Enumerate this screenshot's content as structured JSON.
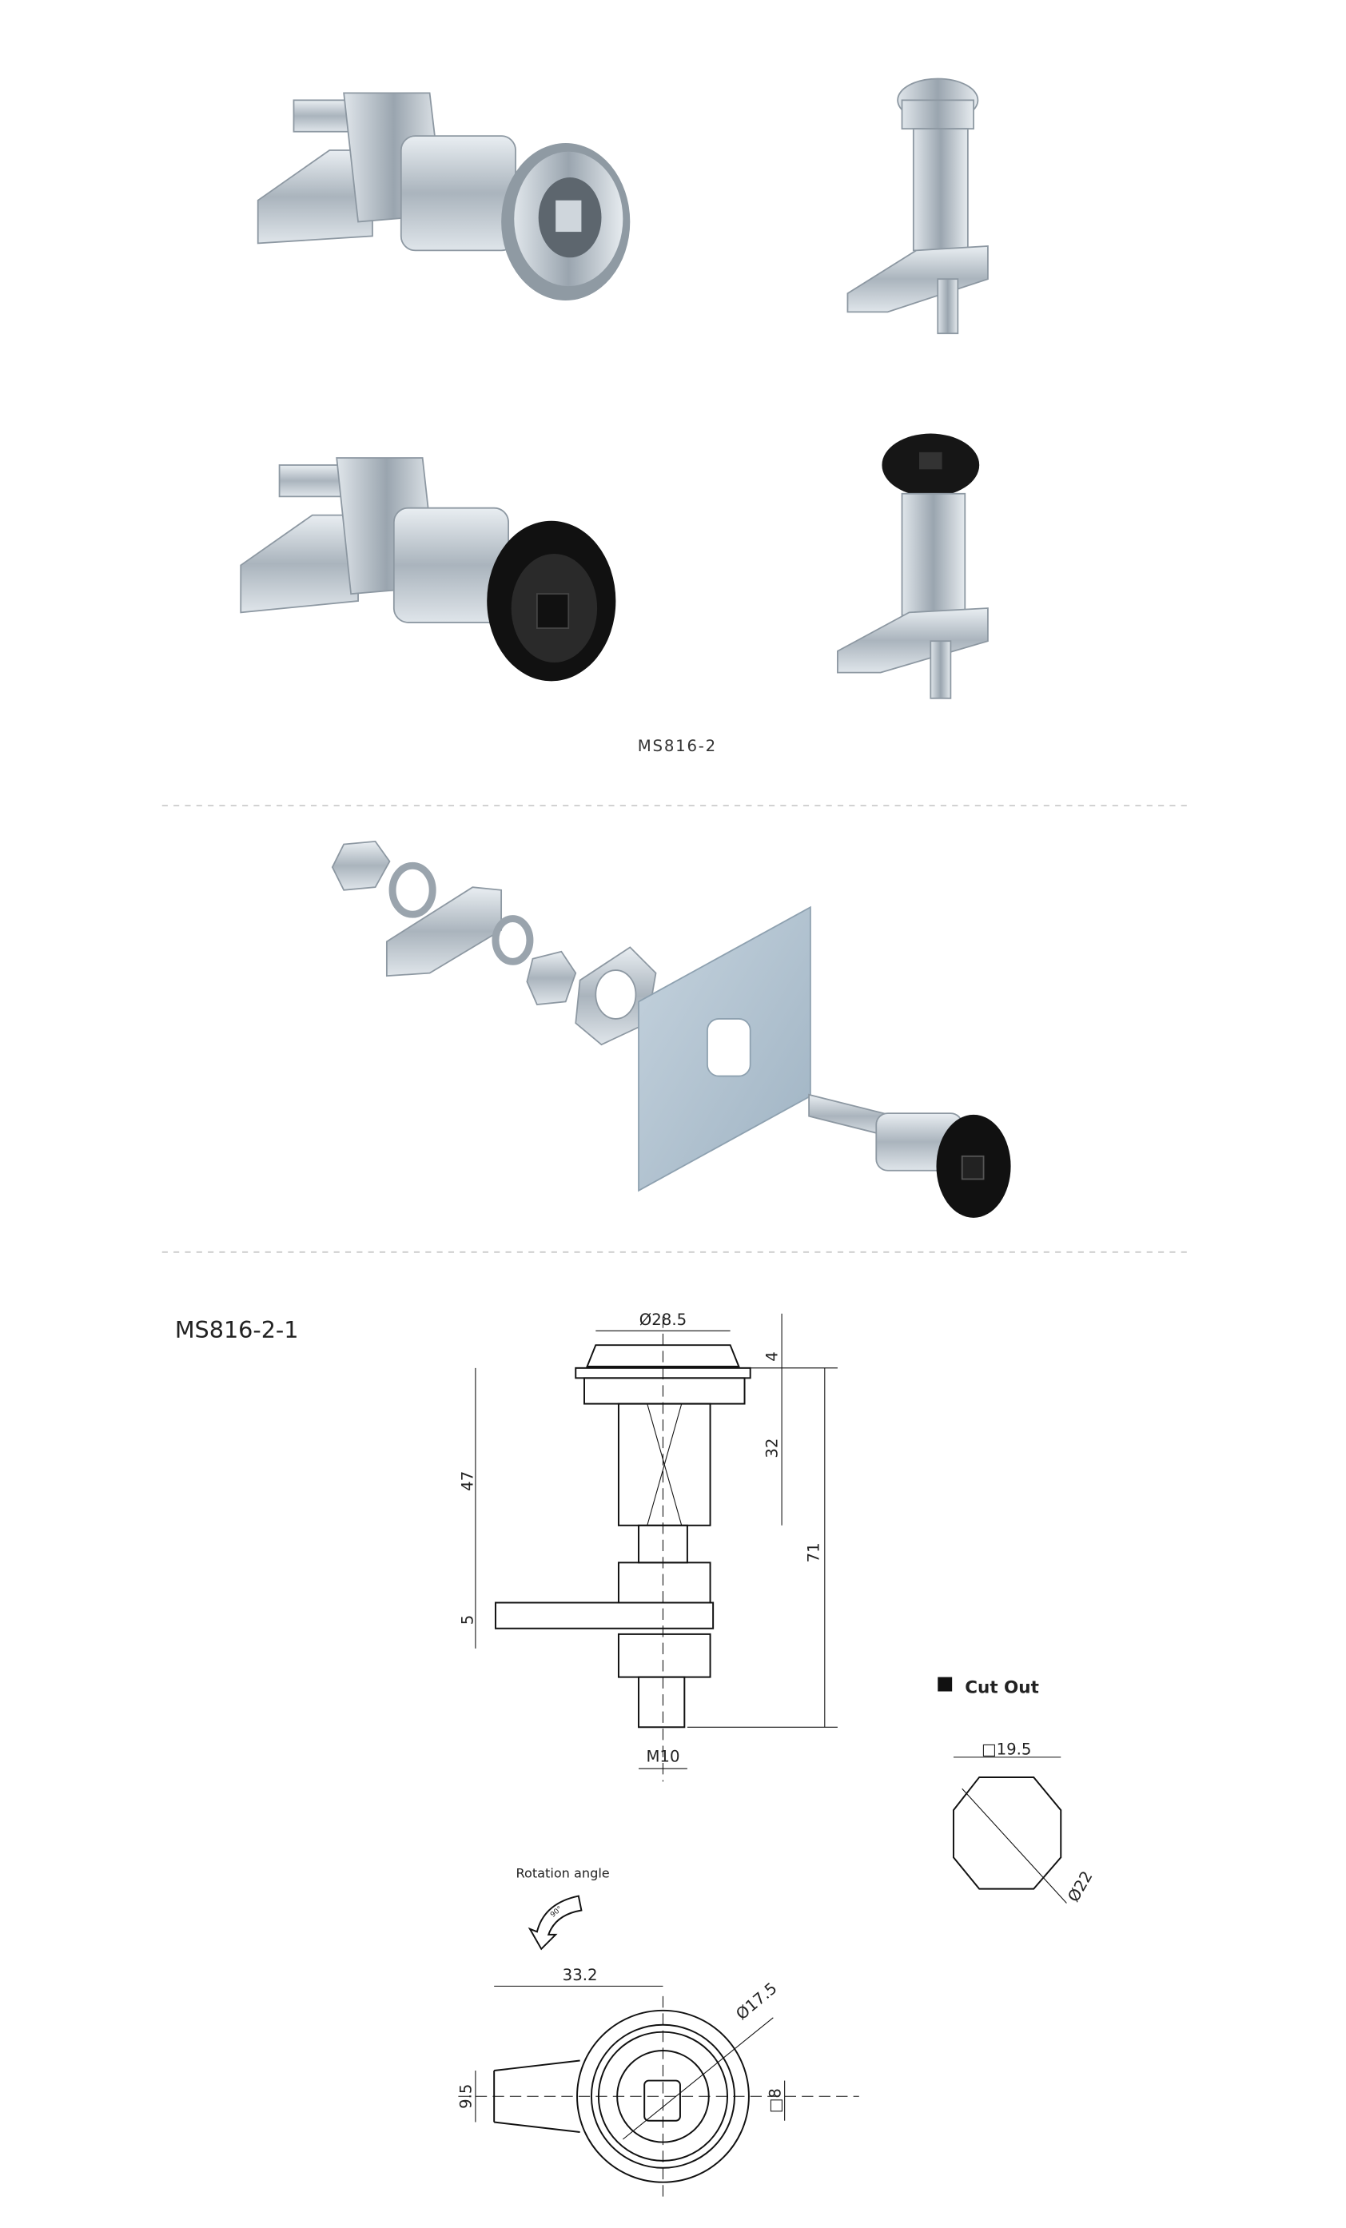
{
  "product_caption": "MS816-2",
  "drawing": {
    "model": "MS816-2-1",
    "dims": {
      "head_diameter": "Ø28.5",
      "head_height": "4",
      "body_length": "32",
      "overall_to_lever": "47",
      "lever_thickness": "5",
      "overall_length": "71",
      "thread": "M10",
      "lever_length": "33.2",
      "lever_width": "9.5",
      "inner_diameter": "Ø17.5",
      "square_drive": "□8"
    },
    "cutout": {
      "title": "Cut Out",
      "width": "□19.5",
      "diameter": "Ø22"
    },
    "rotation": {
      "title": "Rotation angle",
      "angle": "90°"
    }
  },
  "colors": {
    "metal": "#b9c3cc",
    "black": "#1a1a1a",
    "panel": "#a9bccb",
    "separator": "#cccccc"
  }
}
